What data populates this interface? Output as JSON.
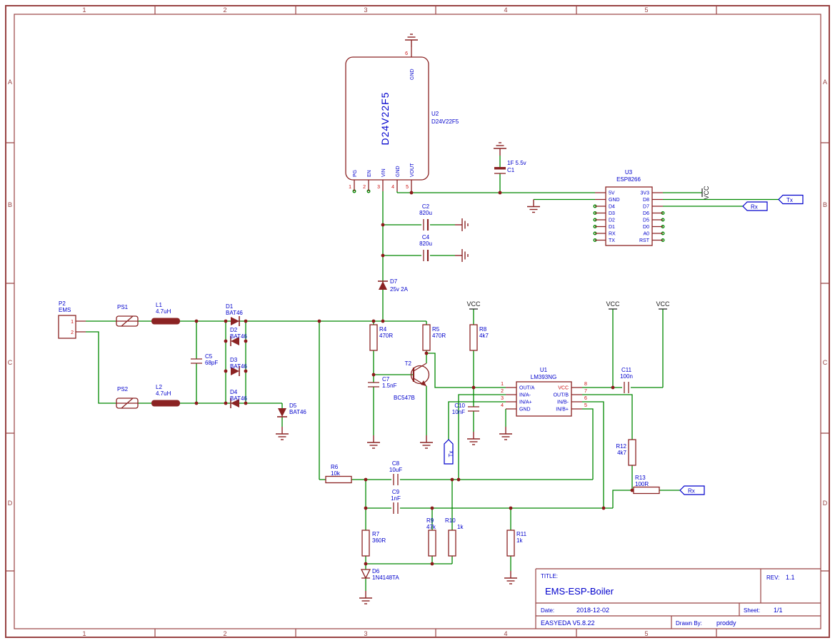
{
  "frame": {
    "columns": [
      "1",
      "2",
      "3",
      "4",
      "5"
    ],
    "rows": [
      "A",
      "B",
      "C",
      "D"
    ]
  },
  "title_block": {
    "title_label": "TITLE:",
    "title": "EMS-ESP-Boiler",
    "rev_label": "REV:",
    "rev": "1.1",
    "date_label": "Date:",
    "date": "2018-12-02",
    "sheet_label": "Sheet:",
    "sheet": "1/1",
    "software": "EASYEDA V5.8.22",
    "drawn_by_label": "Drawn By:",
    "drawn_by": "proddy"
  },
  "power_flags": {
    "vcc": "VCC",
    "tx": "Tx",
    "rx": "Rx"
  },
  "components": {
    "U2": {
      "ref": "U2",
      "value": "D24V22F5",
      "body_label": "D24V22F5",
      "pin_numbers": [
        "1",
        "2",
        "3",
        "4",
        "5",
        "6"
      ],
      "pin_names": [
        "PG",
        "EN",
        "VIN",
        "GND",
        "VOUT",
        "GND"
      ]
    },
    "U3": {
      "ref": "U3",
      "value": "ESP8266",
      "left_pins": [
        "5V",
        "GND",
        "D4",
        "D3",
        "D2",
        "D1",
        "RX",
        "TX"
      ],
      "right_pins": [
        "3V3",
        "D8",
        "D7",
        "D6",
        "D5",
        "D0",
        "A0",
        "RST"
      ]
    },
    "U1": {
      "ref": "U1",
      "value": "LM393NG",
      "left_numbers": [
        "1",
        "2",
        "3",
        "4"
      ],
      "left_pins": [
        "OUT/A",
        "IN/A-",
        "IN/A+",
        "GND"
      ],
      "right_numbers": [
        "8",
        "7",
        "6",
        "5"
      ],
      "right_pins": [
        "VCC",
        "OUT/B",
        "IN/B-",
        "IN/B+"
      ]
    },
    "P2": {
      "ref": "P2",
      "value": "EMS",
      "pin_numbers": [
        "1",
        "2"
      ]
    },
    "PS1": {
      "ref": "PS1"
    },
    "PS2": {
      "ref": "PS2"
    },
    "L1": {
      "ref": "L1",
      "value": "4.7uH"
    },
    "L2": {
      "ref": "L2",
      "value": "4.7uH"
    },
    "D1": {
      "ref": "D1",
      "value": "BAT46"
    },
    "D2": {
      "ref": "D2",
      "value": "BAT46"
    },
    "D3": {
      "ref": "D3",
      "value": "BAT46"
    },
    "D4": {
      "ref": "D4",
      "value": "BAT46"
    },
    "D5": {
      "ref": "D5",
      "value": "BAT46"
    },
    "D6": {
      "ref": "D6",
      "value": "1N4148TA"
    },
    "D7": {
      "ref": "D7",
      "value": "25v 2A"
    },
    "C1": {
      "ref": "C1",
      "value": "1F 5.5v"
    },
    "C2": {
      "ref": "C2",
      "value": "820u"
    },
    "C4": {
      "ref": "C4",
      "value": "820u"
    },
    "C5": {
      "ref": "C5",
      "value": "68pF"
    },
    "C7": {
      "ref": "C7",
      "value": "1.5nF"
    },
    "C8": {
      "ref": "C8",
      "value": "10uF"
    },
    "C9": {
      "ref": "C9",
      "value": "1nF"
    },
    "C10": {
      "ref": "C10",
      "value": "10nF"
    },
    "C11": {
      "ref": "C11",
      "value": "100n"
    },
    "R4": {
      "ref": "R4",
      "value": "470R"
    },
    "R5": {
      "ref": "R5",
      "value": "470R"
    },
    "R6": {
      "ref": "R6",
      "value": "10k"
    },
    "R7": {
      "ref": "R7",
      "value": "360R"
    },
    "R8": {
      "ref": "R8",
      "value": "4k7"
    },
    "R9": {
      "ref": "R9",
      "value": "47k"
    },
    "R10": {
      "ref": "R10",
      "value": "1k"
    },
    "R11": {
      "ref": "R11",
      "value": "1k"
    },
    "R12": {
      "ref": "R12",
      "value": "4k7"
    },
    "R13": {
      "ref": "R13",
      "value": "100R"
    },
    "T2": {
      "ref": "T2",
      "value": "BC547B"
    }
  },
  "colors": {
    "wire": "#008800",
    "component": "#8b2323",
    "label": "#0000cc",
    "pin_number": "#cc1111",
    "frame": "#994444",
    "background": "#ffffff"
  }
}
